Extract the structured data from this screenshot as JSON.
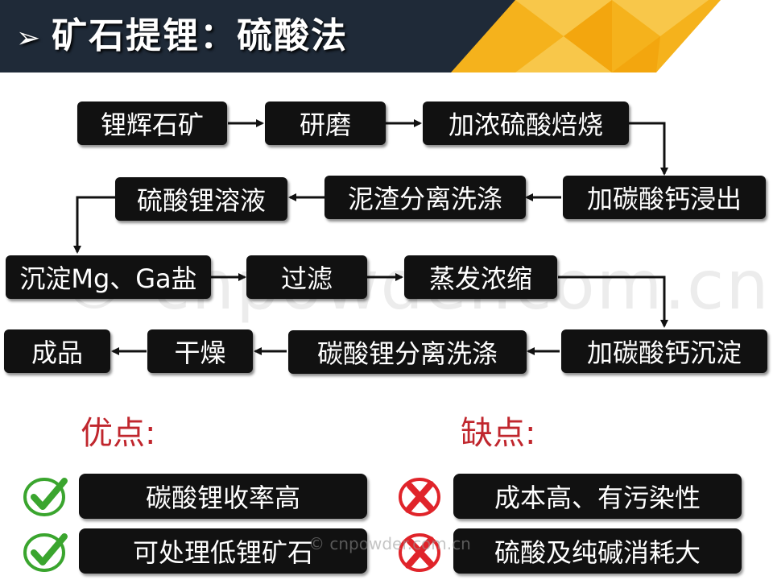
{
  "header": {
    "title": "矿石提锂：硫酸法",
    "arrow_icon": "right-triangle-arrow-icon",
    "bg_color": "#1f2a38",
    "accent_color": "#f5b21c"
  },
  "flow": {
    "steps": [
      "锂辉石矿",
      "研磨",
      "加浓硫酸焙烧",
      "加碳酸钙浸出",
      "泥渣分离洗涤",
      "硫酸锂溶液",
      "沉淀Mg、Ga盐",
      "过滤",
      "蒸发浓缩",
      "加碳酸钙沉淀",
      "碳酸锂分离洗涤",
      "干燥",
      "成品"
    ]
  },
  "watermark": {
    "large": "© cnpowder.com.cn",
    "small": "© cnpowder.com.cn"
  },
  "advantages": {
    "heading": "优点:",
    "icon": "green-check-icon",
    "items": [
      "碳酸锂收率高",
      "可处理低锂矿石"
    ]
  },
  "disadvantages": {
    "heading": "缺点:",
    "icon": "red-x-icon",
    "items": [
      "成本高、有污染性",
      "硫酸及纯碱消耗大"
    ]
  },
  "colors": {
    "box_bg": "#111111",
    "label_red": "#c0262d",
    "check_green": "#3aa52e",
    "x_red": "#e0242a"
  }
}
